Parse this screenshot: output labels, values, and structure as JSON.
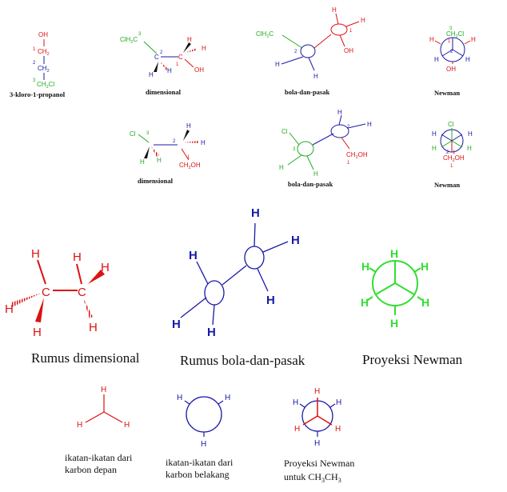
{
  "colors": {
    "red": "#dd1111",
    "blue": "#1a1aa8",
    "green": "#22aa22",
    "bright_green": "#33dd33",
    "black": "#111111"
  },
  "row1": {
    "chain": {
      "oh": "OH",
      "n1": "1",
      "ch2_1": "CH",
      "sub2": "2",
      "n2": "2",
      "ch2_2": "CH",
      "n3": "3",
      "ch2cl": "CH",
      "cl": "Cl"
    },
    "chain_caption": "3-kloro-1-propanol",
    "dim": {
      "n3": "3",
      "ch2cl_pre": "ClH",
      "ch2cl_sub": "2",
      "ch2cl_post": "C",
      "c2": "C",
      "n2": "2",
      "c1": "C",
      "n1": "1",
      "oh": "OH",
      "h": "H"
    },
    "dim_caption": "dimensional",
    "ball": {
      "ch2cl_pre": "ClH",
      "sub2": "2",
      "post": "C",
      "n2": "2",
      "n1": "1",
      "oh": "OH",
      "h": "H"
    },
    "ball_caption": "bola-dan-pasak",
    "newman": {
      "n3": "3",
      "ch2cl": "CH",
      "sub2": "2",
      "cl": "Cl",
      "n1": "1",
      "n2": "2",
      "oh": "OH",
      "h": "H"
    },
    "newman_caption": "Newman"
  },
  "row2": {
    "dim": {
      "cl": "Cl",
      "n3": "3",
      "n2": "2",
      "n1": "1",
      "ch2oh": "CH",
      "sub2": "2",
      "oh": "OH",
      "h": "H"
    },
    "dim_caption": "dimensional",
    "ball": {
      "cl": "Cl",
      "n3": "3",
      "n2": "2",
      "n1": "1",
      "ch2oh": "CH",
      "sub2": "2",
      "oh": "OH",
      "h": "H"
    },
    "ball_caption": "bola-dan-pasak",
    "newman": {
      "cl": "Cl",
      "n2": "2",
      "n1": "1",
      "ch2oh": "CH",
      "sub2": "2",
      "oh": "OH",
      "h": "H"
    },
    "newman_caption": "Newman"
  },
  "row3": {
    "dim": {
      "c": "C",
      "h": "H"
    },
    "dim_caption": "Rumus dimensional",
    "ball": {
      "h": "H"
    },
    "ball_caption": "Rumus bola-dan-pasak",
    "newman": {
      "h": "H"
    },
    "newman_caption": "Proyeksi Newman"
  },
  "row4": {
    "front": {
      "h": "H"
    },
    "front_caption_1": "ikatan-ikatan dari",
    "front_caption_2": "karbon depan",
    "back": {
      "h": "H"
    },
    "back_caption_1": "ikatan-ikatan dari",
    "back_caption_2": "karbon belakang",
    "newman": {
      "h": "H"
    },
    "newman_caption_1": "Proyeksi Newman",
    "newman_caption_2_pre": "untuk CH",
    "sub3": "3",
    "newman_caption_2_mid": "CH"
  }
}
